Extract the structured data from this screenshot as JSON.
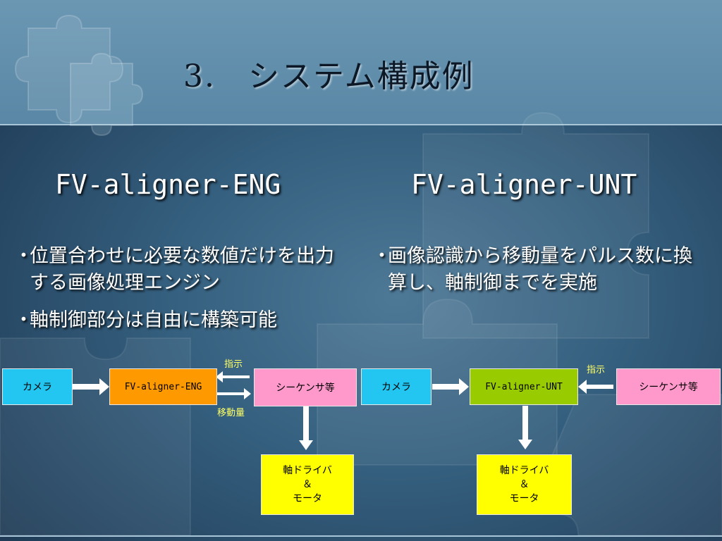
{
  "slide": {
    "title": "3.　システム構成例"
  },
  "left": {
    "heading": "FV-aligner-ENG",
    "bullets": [
      {
        "mark": "・",
        "text": "位置合わせに必要な数値だけを出力する画像処理エンジン"
      },
      {
        "mark": "・",
        "text": "軸制御部分は自由に構築可能"
      }
    ],
    "diagram": {
      "camera": "カメラ",
      "engine": "FV-aligner-ENG",
      "sequencer": "シーケンサ等",
      "label_command": "指示",
      "label_movement": "移動量",
      "driver_line1": "軸ドライバ",
      "driver_line2": "＆",
      "driver_line3": "モータ"
    }
  },
  "right": {
    "heading": "FV-aligner-UNT",
    "bullets": [
      {
        "mark": "・",
        "text": "画像認識から移動量をパルス数に換算し、軸制御までを実施"
      }
    ],
    "diagram": {
      "camera": "カメラ",
      "unit": "FV-aligner-UNT",
      "sequencer": "シーケンサ等",
      "label_command": "指示",
      "driver_line1": "軸ドライバ",
      "driver_line2": "＆",
      "driver_line3": "モータ"
    }
  },
  "colors": {
    "camera": "#22c6f0",
    "engine": "#ff9900",
    "sequencer": "#ff99cc",
    "unit": "#99cc00",
    "driver": "#ffff00",
    "label": "#ffff66"
  },
  "icons": [
    "puzzle-pieces-decoration"
  ]
}
